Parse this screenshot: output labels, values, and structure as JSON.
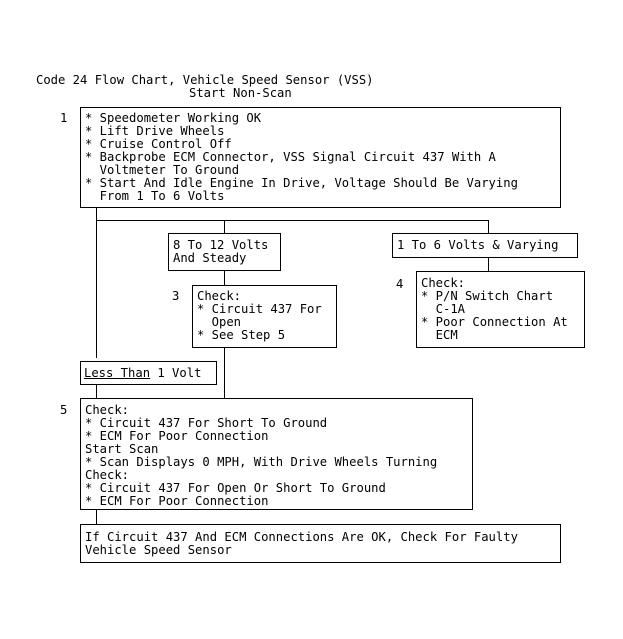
{
  "title": "Code 24 Flow Chart, Vehicle Speed Sensor (VSS)",
  "subtitle": "Start Non-Scan",
  "step1": {
    "number": "1",
    "lines": [
      "* Speedometer Working OK",
      "* Lift Drive Wheels",
      "* Cruise Control Off",
      "* Backprobe ECM Connector, VSS Signal Circuit 437 With A",
      "  Voltmeter To Ground",
      "* Start And Idle Engine In Drive, Voltage Should Be Varying",
      "  From 1 To 6 Volts"
    ]
  },
  "branch_a": {
    "lines": [
      "8 To 12 Volts",
      "And Steady"
    ]
  },
  "branch_b": {
    "lines": [
      "1 To 6 Volts & Varying"
    ]
  },
  "step3": {
    "number": "3",
    "lines": [
      "Check:",
      "* Circuit 437 For",
      "  Open",
      "* See Step 5"
    ]
  },
  "step4": {
    "number": "4",
    "lines": [
      "Check:",
      "* P/N Switch Chart",
      "  C-1A",
      "* Poor Connection At",
      "  ECM"
    ]
  },
  "branch_c": {
    "underlined": "Less Than",
    "rest": " 1 Volt"
  },
  "step5": {
    "number": "5",
    "lines": [
      "Check:",
      "* Circuit 437 For Short To Ground",
      "* ECM For Poor Connection",
      "Start Scan",
      "* Scan Displays 0 MPH, With Drive Wheels Turning",
      "Check:",
      "* Circuit 437 For Open Or Short To Ground",
      "* ECM For Poor Connection"
    ]
  },
  "final": {
    "lines": [
      "If Circuit 437 And ECM Connections Are OK, Check For Faulty",
      "Vehicle Speed Sensor"
    ]
  }
}
